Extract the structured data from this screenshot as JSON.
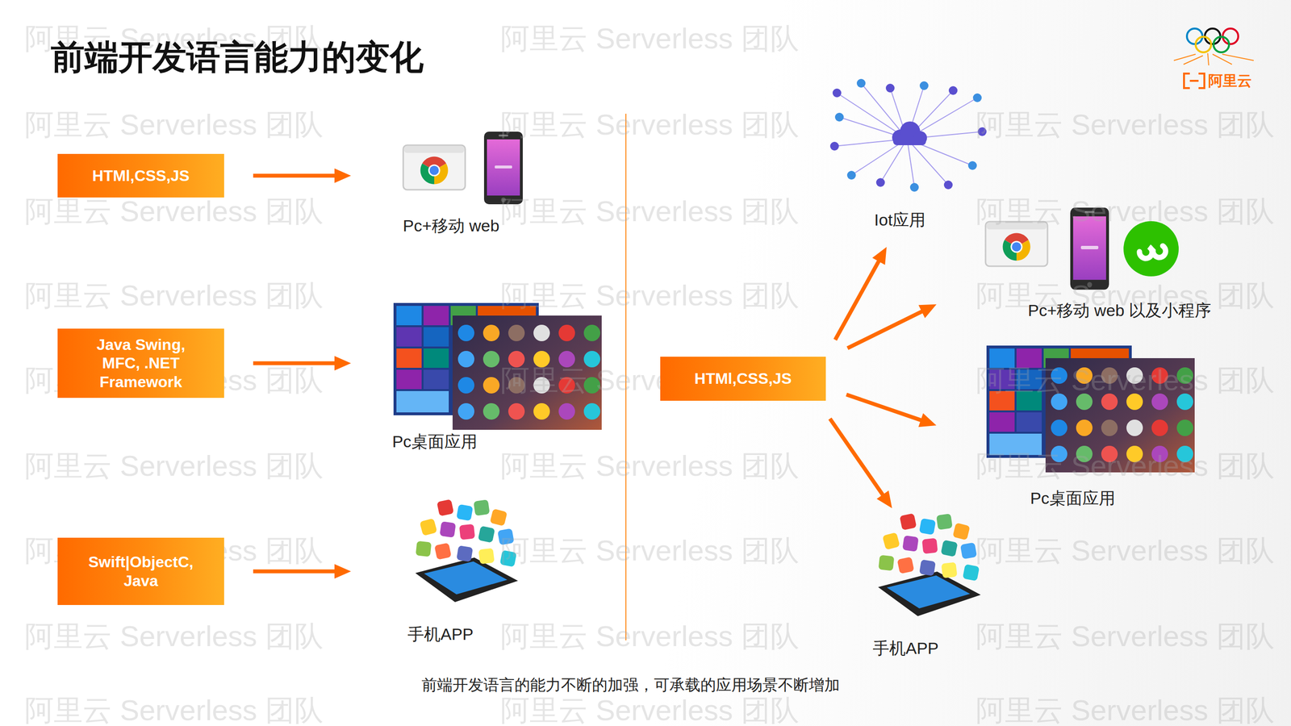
{
  "diagram": {
    "title": "前端开发语言能力的变化",
    "caption": "前端开发语言的能力不断的加强，可承载的应用场景不断增加",
    "nodes": [
      {
        "text": [
          "HTMl,CSS,JS"
        ]
      },
      {
        "text": [
          "Pc+移动 web"
        ]
      },
      {
        "text": [
          "Java Swing, MFC, .NET Framework"
        ]
      },
      {
        "text": [
          "Pc桌面应用"
        ]
      },
      {
        "text": [
          "Swift|ObjectC, Java"
        ]
      },
      {
        "text": [
          "手机APP"
        ]
      },
      {
        "text": [
          "HTMl,CSS,JS"
        ]
      },
      {
        "text": [
          "Iot应用"
        ]
      },
      {
        "text": [
          "Pc+移动 web 以及小程序"
        ]
      },
      {
        "text": [
          "Pc桌面应用"
        ]
      },
      {
        "text": [
          "手机APP"
        ]
      }
    ],
    "edges": [
      {
        "from": 0,
        "to": 1,
        "arrow": "to"
      },
      {
        "from": 2,
        "to": 3,
        "arrow": "to"
      },
      {
        "from": 4,
        "to": 5,
        "arrow": "to"
      },
      {
        "from": 6,
        "to": 7,
        "arrow": "to"
      },
      {
        "from": 6,
        "to": 8,
        "arrow": "to"
      },
      {
        "from": 6,
        "to": 9,
        "arrow": "to"
      },
      {
        "from": 6,
        "to": 10,
        "arrow": "to"
      }
    ],
    "labels": [
      "阿里云",
      "阿里云 Serverless 团队",
      "阿里云 Serverless 团队",
      "阿里云 Serverless 团队",
      "阿里云 Serverless 团队",
      "阿里云 Serverless 团队",
      "阿里云 Serverless 团队",
      "阿里云 Serverless 团队",
      "阿里云 Serverless 团队",
      "阿里云 Serverless 团队",
      "阿里云 Serverless 团队",
      "阿里云 Serverless 团队",
      "阿里云 Serverless 团队",
      "阿里云 Serverless 团队",
      "阿里云 Serverless 团队",
      "阿里云 Serverless 团队",
      "阿里云 Serverless 团队",
      "阿里云 Serverless 团队",
      "阿里云 Serverless 团队",
      "阿里云 Serverless 团队",
      "阿里云 Serverless 团队",
      "阿里云 Serverless 团队",
      "阿里云 Serverless 团队",
      "阿里云 Serverless 团队",
      "阿里云 Serverless 团队",
      "阿里云 Serverless 团队",
      "阿里云 Serverless 团队"
    ]
  }
}
